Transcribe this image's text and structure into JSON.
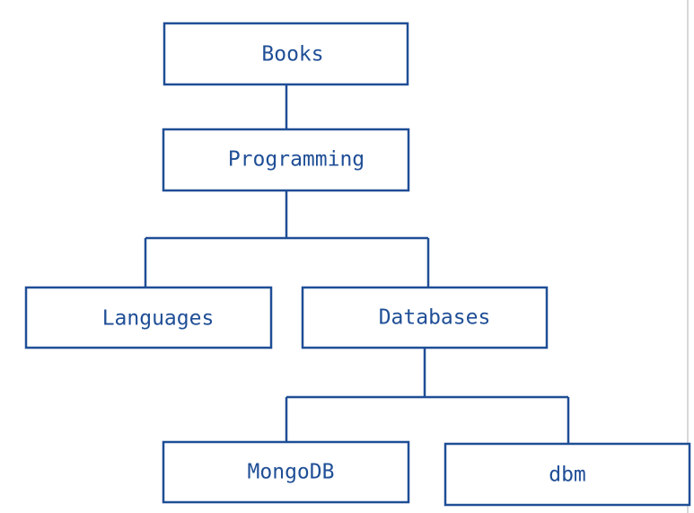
{
  "diagram": {
    "nodes": {
      "books": "Books",
      "programming": "Programming",
      "languages": "Languages",
      "databases": "Databases",
      "mongodb": "MongoDB",
      "dbm": "dbm"
    },
    "colors": {
      "stroke": "#1f4e96",
      "text": "#1f4e96",
      "background": "#ffffff"
    }
  }
}
